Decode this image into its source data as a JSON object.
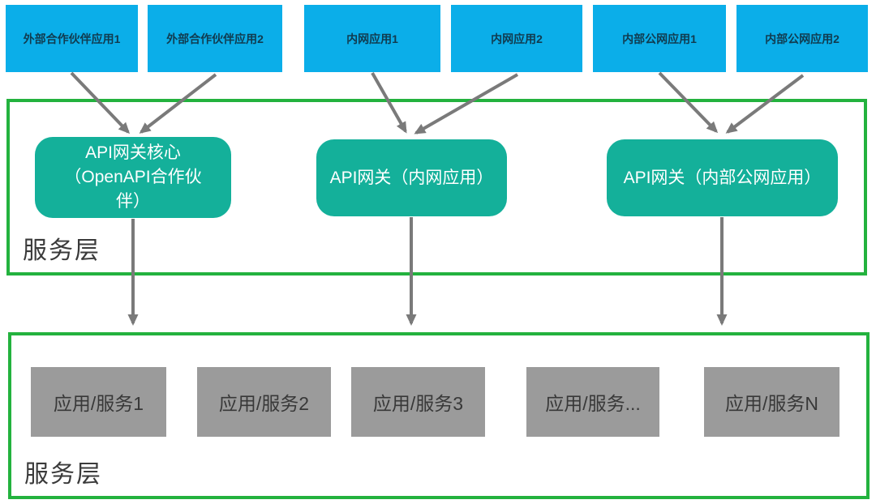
{
  "client_apps": [
    "外部合作伙伴应用1",
    "外部合作伙伴应用2",
    "内网应用1",
    "内网应用2",
    "内部公网应用1",
    "内部公网应用2"
  ],
  "gateway_layer": {
    "label": "服务层",
    "gateways": [
      "API网关核心\n（OpenAPI合作伙\n伴）",
      "API网关（内网应用）",
      "API网关（内部公网应用）"
    ]
  },
  "service_layer": {
    "label": "服务层",
    "services": [
      "应用/服务1",
      "应用/服务2",
      "应用/服务3",
      "应用/服务...",
      "应用/服务N"
    ]
  },
  "colors": {
    "client_box": "#0baee9",
    "gateway_box": "#14b09a",
    "layer_border": "#23b23e",
    "service_box": "#9b9b9b",
    "arrow": "#7a7a7a",
    "dark_text": "#3a3a3a",
    "gateway_text": "#ffffff"
  }
}
